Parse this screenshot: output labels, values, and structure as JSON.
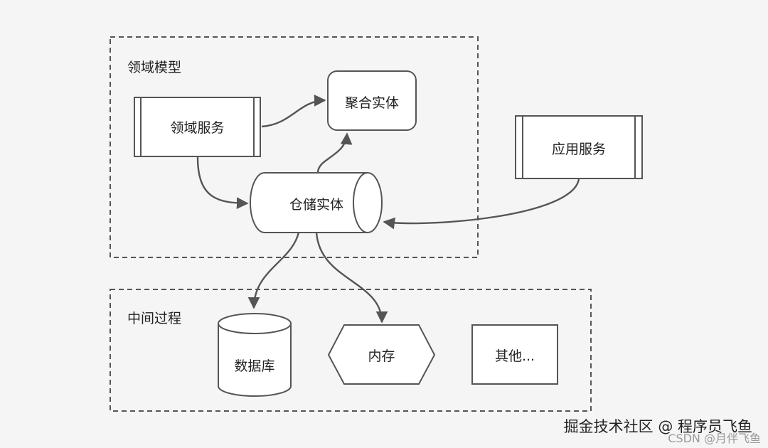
{
  "groups": {
    "domain": "领域模型",
    "middle": "中间过程"
  },
  "nodes": {
    "domain_service": "领域服务",
    "aggregate": "聚合实体",
    "app_service": "应用服务",
    "repository": "仓储实体",
    "database": "数据库",
    "memory": "内存",
    "other": "其他..."
  },
  "watermark": {
    "main": "掘金技术社区 @ 程序员飞鱼",
    "sub": "CSDN @月伴飞鱼"
  }
}
